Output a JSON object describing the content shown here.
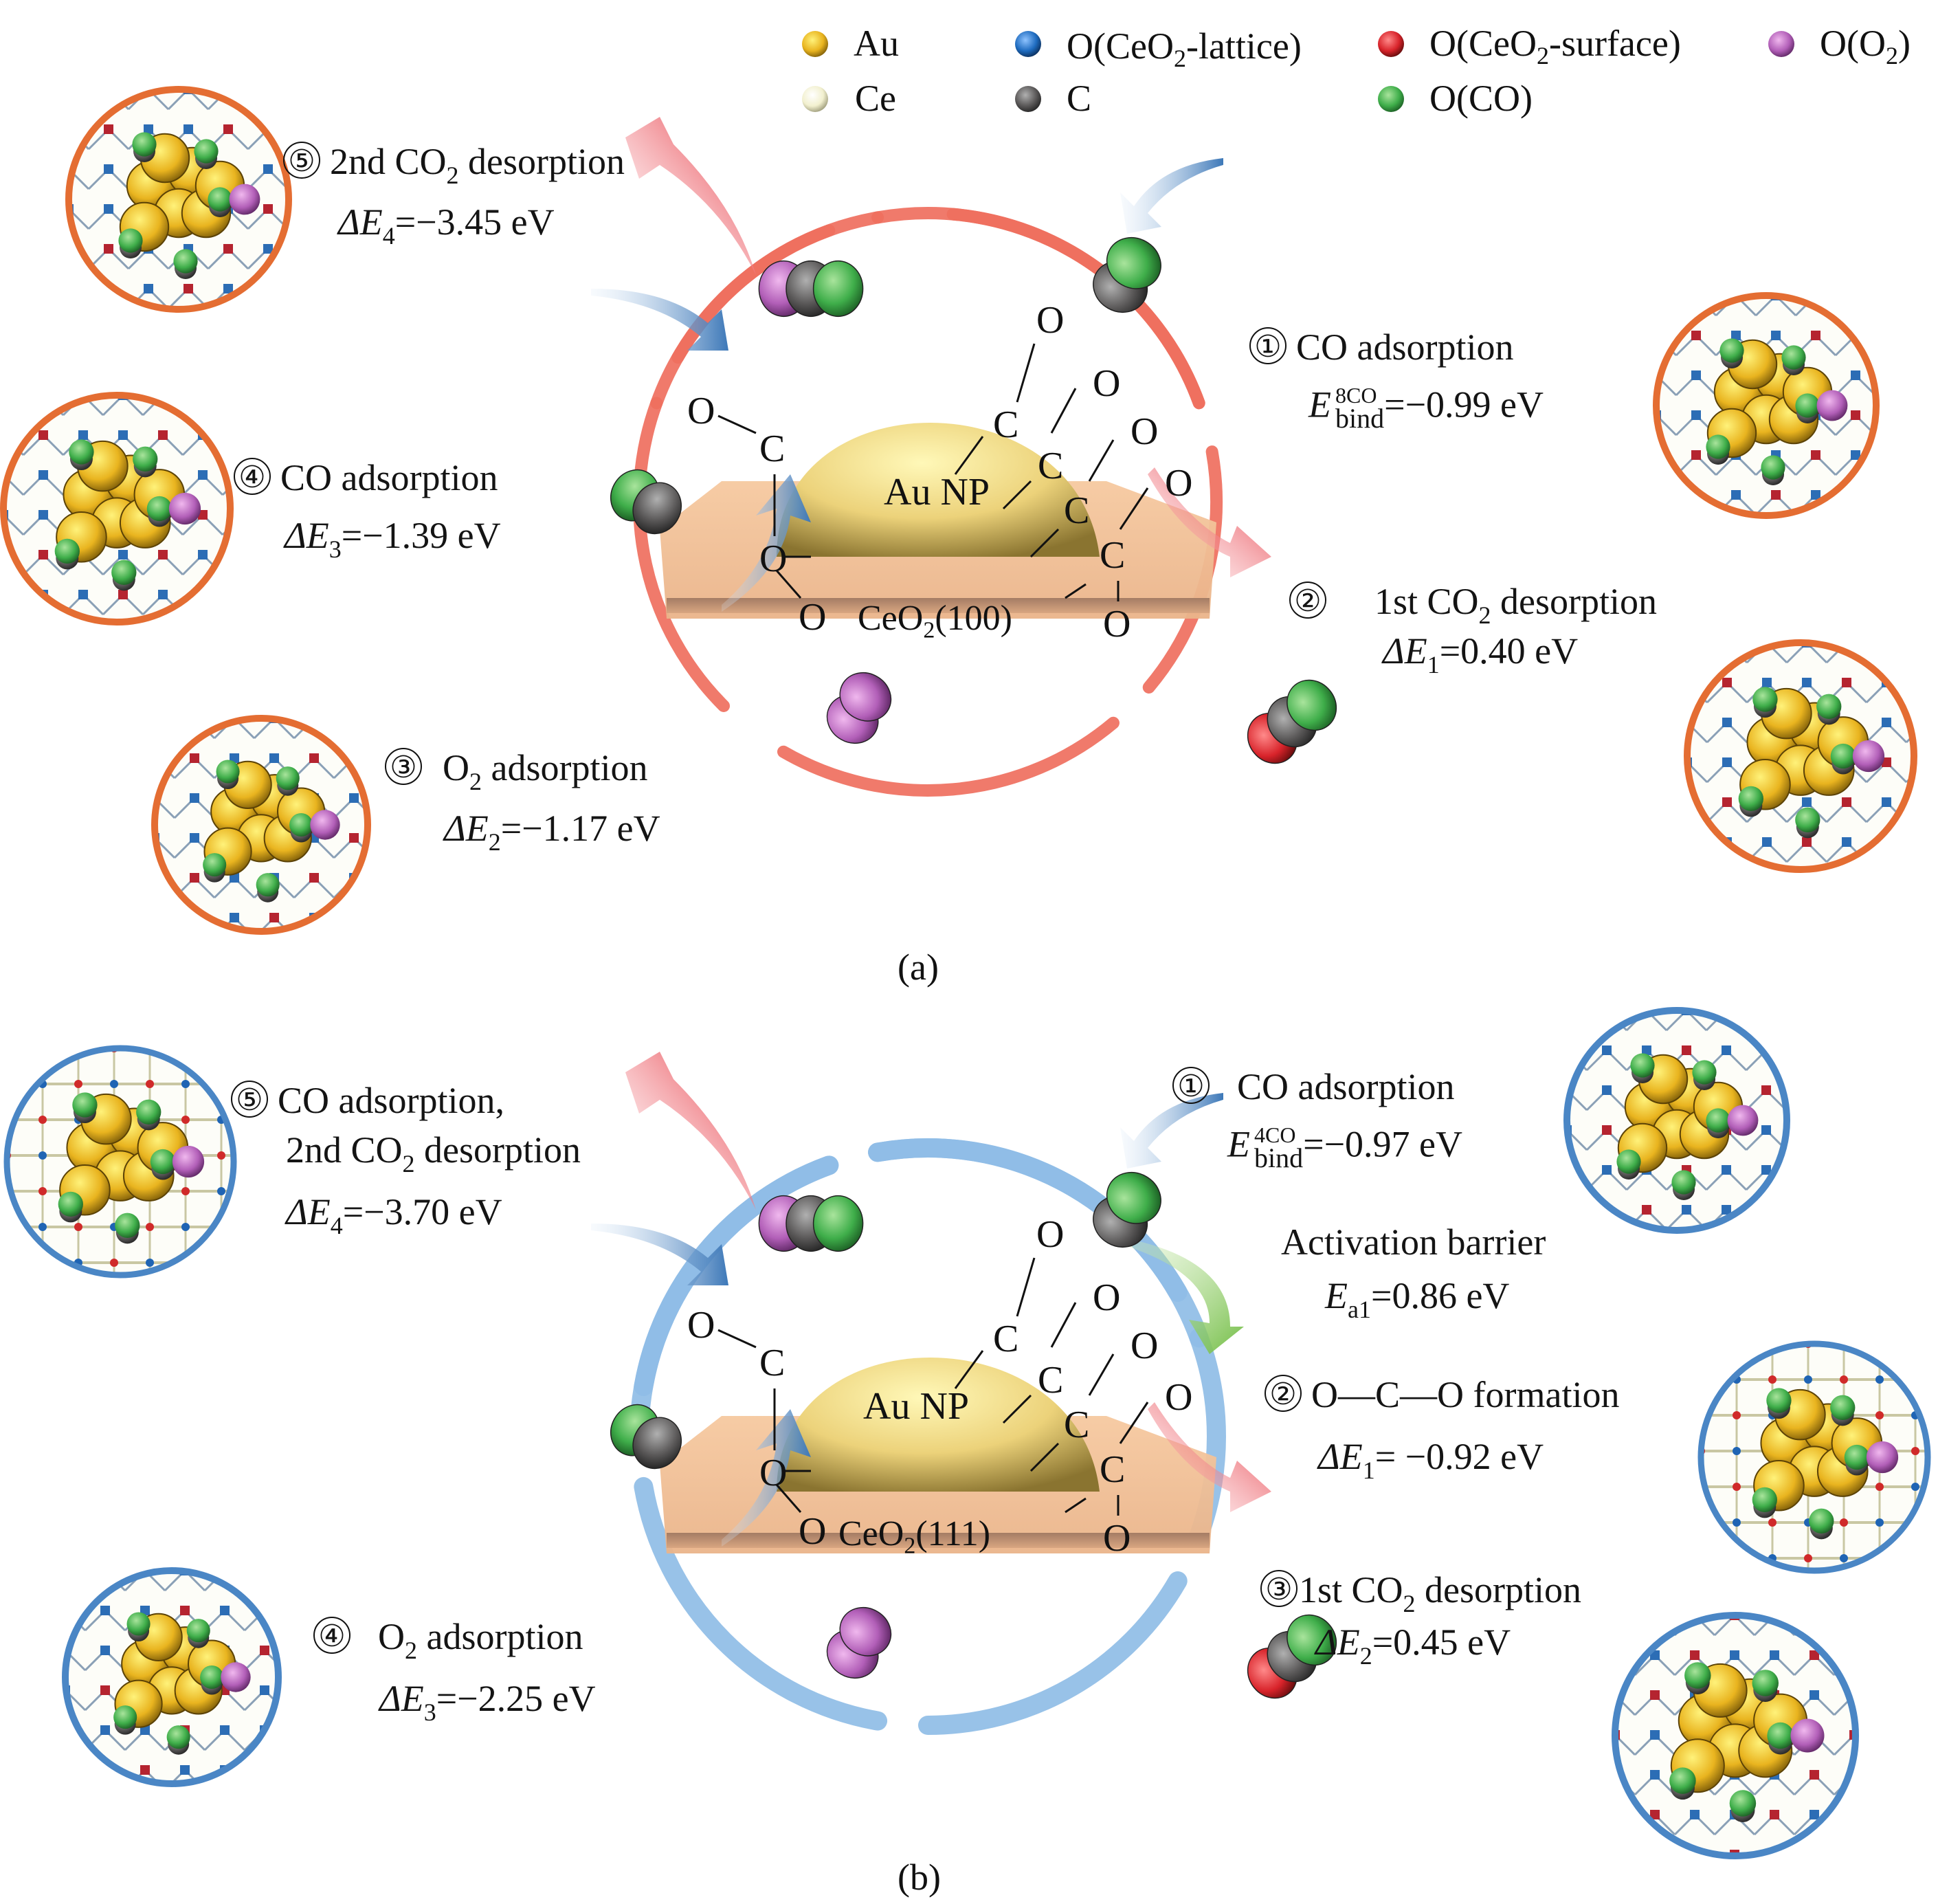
{
  "legend": {
    "items": [
      {
        "label": "Au",
        "color": "#e3a91c"
      },
      {
        "label": "O(CeO",
        "sub": "2",
        "tail": "-lattice)",
        "color": "#1e6bbf"
      },
      {
        "label": "O(CeO",
        "sub": "2",
        "tail": "-surface)",
        "color": "#d8232a"
      },
      {
        "label": "O(O",
        "sub": "2",
        "tail": ")",
        "color": "#b25fb8"
      },
      {
        "label": "Ce",
        "color": "#f2f0cf"
      },
      {
        "label": "C",
        "color": "#5a5858"
      },
      {
        "label": "O(CO)",
        "color": "#3fae4a"
      }
    ]
  },
  "panel_a": {
    "caption": "(a)",
    "ring_color": "#ef6f5e",
    "frame_color": "#e46d32",
    "substrate": {
      "text": "CeO",
      "sub": "2",
      "tail": "(100)"
    },
    "particle": "Au NP",
    "steps": [
      {
        "num": "①",
        "title": "CO adsorption",
        "energy": {
          "symbol": "E",
          "sup": "8CO",
          "sub": "bind",
          "value": "=−0.99 eV"
        }
      },
      {
        "num": "②",
        "title_pre": "1st CO",
        "title_sub": "2",
        "title_post": " desorption",
        "energy": {
          "symbol": "ΔE",
          "sub": "1",
          "value": "=0.40 eV"
        }
      },
      {
        "num": "③",
        "title_pre": "O",
        "title_sub": "2",
        "title_post": " adsorption",
        "energy": {
          "symbol": "ΔE",
          "sub": "2",
          "value": "=−1.17 eV"
        }
      },
      {
        "num": "④",
        "title": "CO adsorption",
        "energy": {
          "symbol": "ΔE",
          "sub": "3",
          "value": "=−1.39 eV"
        }
      },
      {
        "num": "⑤",
        "title_pre": "2nd CO",
        "title_sub": "2",
        "title_post": " desorption",
        "energy": {
          "symbol": "ΔE",
          "sub": "4",
          "value": "=−3.45 eV"
        }
      }
    ]
  },
  "panel_b": {
    "caption": "(b)",
    "ring_color": "#8fbde6",
    "frame_color": "#4a86c5",
    "substrate": {
      "text": "CeO",
      "sub": "2",
      "tail": "(111)"
    },
    "particle": "Au NP",
    "activation": {
      "title": "Activation barrier",
      "symbol": "E",
      "sub": "a1",
      "value": "=0.86 eV"
    },
    "steps": [
      {
        "num": "①",
        "title": "CO adsorption",
        "energy": {
          "symbol": "E",
          "sup": "4CO",
          "sub": "bind",
          "value": "=−0.97 eV"
        }
      },
      {
        "num": "②",
        "title": "O—C—O formation",
        "energy": {
          "symbol": "ΔE",
          "sub": "1",
          "value": "= −0.92 eV"
        }
      },
      {
        "num": "③",
        "title_pre": "1st CO",
        "title_sub": "2",
        "title_post": " desorption",
        "energy": {
          "symbol": "ΔE",
          "sub": "2",
          "value": "=0.45 eV"
        }
      },
      {
        "num": "④",
        "title_pre": "O",
        "title_sub": "2",
        "title_post": " adsorption",
        "energy": {
          "symbol": "ΔE",
          "sub": "3",
          "value": "=−2.25 eV"
        }
      },
      {
        "num": "⑤",
        "title": "CO adsorption,",
        "title2_pre": "2nd CO",
        "title2_sub": "2",
        "title2_post": " desorption",
        "energy": {
          "symbol": "ΔE",
          "sub": "4",
          "value": "=−3.70 eV"
        }
      }
    ]
  },
  "chem": {
    "O": "O",
    "C": "C"
  }
}
